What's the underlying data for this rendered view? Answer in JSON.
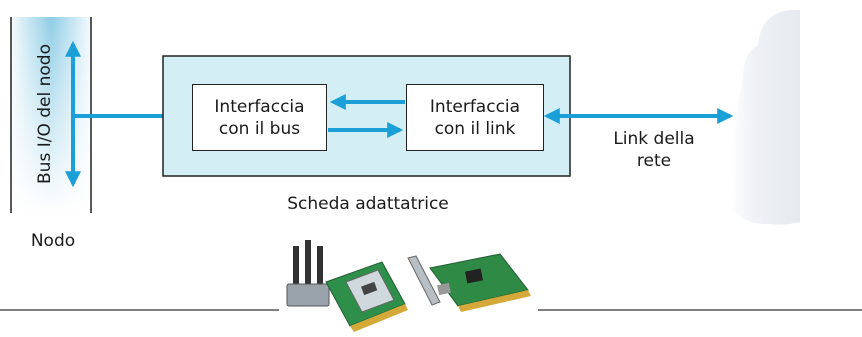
{
  "node": {
    "bus_label": "Bus I/O del nodo",
    "label": "Nodo"
  },
  "adapter": {
    "label": "Scheda adattatrice",
    "bus_interface_line1": "Interfaccia",
    "bus_interface_line2": "con il bus",
    "link_interface_line1": "Interfaccia",
    "link_interface_line2": "con il link"
  },
  "network_link": {
    "line1": "Link della",
    "line2": "rete"
  },
  "colors": {
    "arrow": "#1aa0d6",
    "adapter_fill": "#d4eef6",
    "bus_fill_top": "#8fcde6",
    "cloud_fill": "#eef1f5"
  }
}
